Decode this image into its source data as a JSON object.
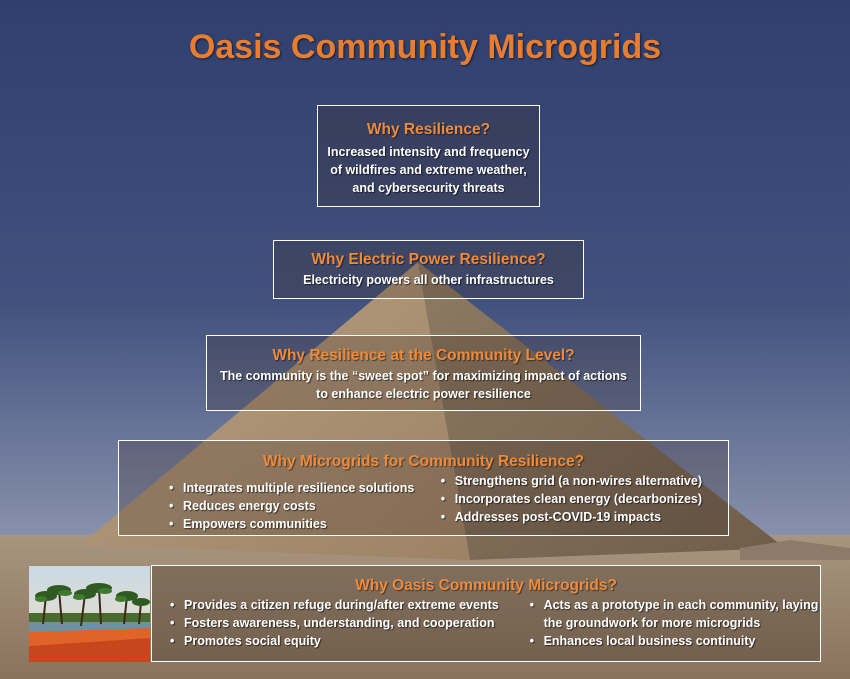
{
  "title": "Oasis Community Microgrids",
  "boxes": {
    "resilience": {
      "heading": "Why Resilience?",
      "lines": [
        "Increased intensity and frequency",
        "of wildfires and extreme weather,",
        "and cybersecurity threats"
      ]
    },
    "electric": {
      "heading": "Why Electric Power Resilience?",
      "lines": [
        "Electricity powers all other infrastructures"
      ]
    },
    "community": {
      "heading": "Why Resilience at the Community Level?",
      "lines": [
        "The community is the “sweet spot” for maximizing impact of actions",
        "to enhance electric power resilience"
      ]
    },
    "microgrids": {
      "heading": "Why Microgrids for Community Resilience?",
      "left": [
        "Integrates multiple resilience solutions",
        "Reduces energy costs",
        "Empowers communities"
      ],
      "right": [
        "Strengthens grid (a non-wires alternative)",
        "Incorporates clean energy (decarbonizes)",
        "Addresses post-COVID-19 impacts"
      ]
    },
    "oasis": {
      "heading": "Why Oasis Community Microgrids?",
      "left": [
        "Provides a citizen refuge during/after extreme events",
        "Fosters awareness, understanding, and cooperation",
        "Promotes social equity"
      ],
      "right": [
        "Acts as a prototype in each community, laying the groundwork for more microgrids",
        "Enhances local business continuity"
      ]
    }
  },
  "colors": {
    "heading": "#e97d2f",
    "sky_top": "#30406f",
    "sky_bottom": "#7d88a4",
    "pyramid": "#a58a6c",
    "sand": "#9b8670"
  },
  "icons": {
    "oasis": "oasis-palm-image"
  }
}
